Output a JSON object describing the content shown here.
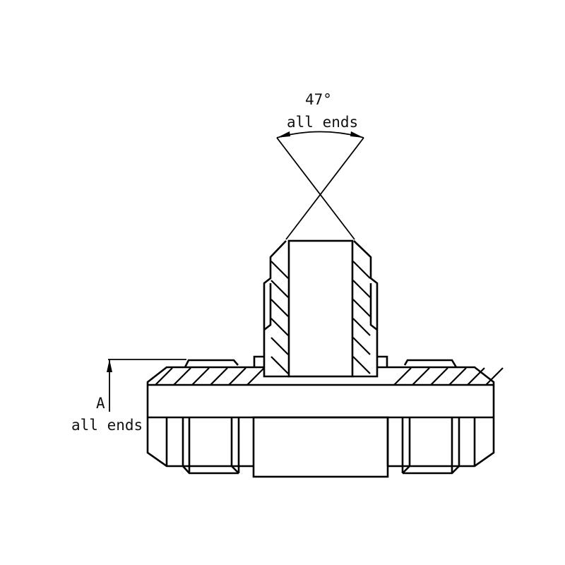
{
  "angle_annotation": {
    "value": "47°",
    "note": "all ends"
  },
  "dimension_annotation": {
    "label": "A",
    "note": "all ends"
  },
  "colors": {
    "line": "#000000",
    "background": "#ffffff"
  }
}
